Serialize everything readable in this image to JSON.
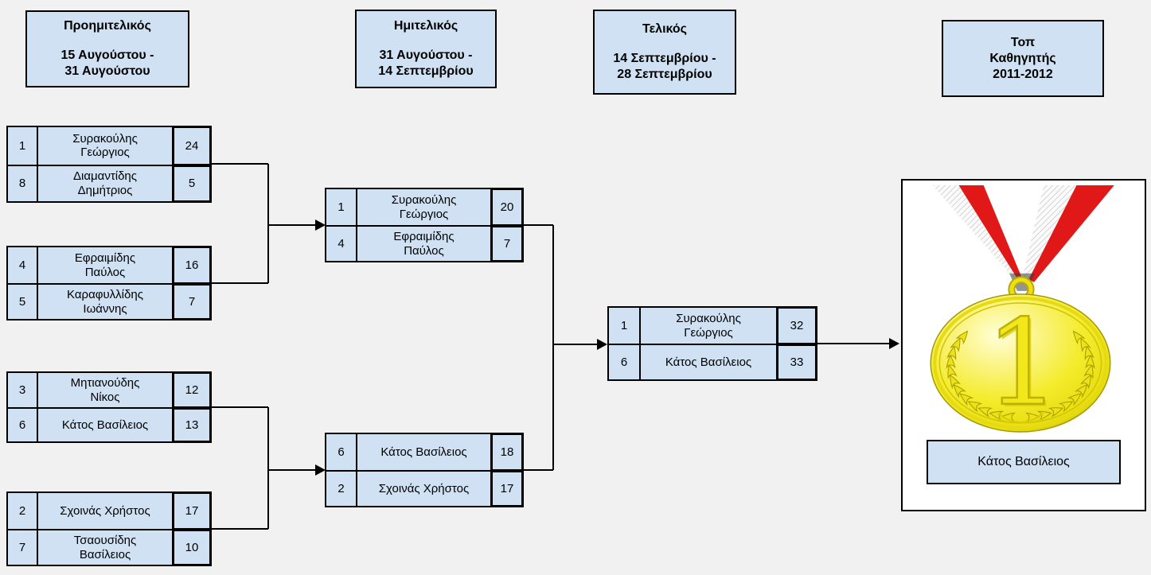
{
  "columns": [
    {
      "title": "Προημιτελικός",
      "dates": [
        "15 Αυγούστου -",
        "31 Αυγούστου"
      ]
    },
    {
      "title": "Ημιτελικός",
      "dates": [
        "31 Αυγούστου -",
        "14 Σεπτεμβρίου"
      ]
    },
    {
      "title": "Τελικός",
      "dates": [
        "14 Σεπτεμβρίου -",
        "28 Σεπτεμβρίου"
      ]
    },
    {
      "title": [
        "Τοπ",
        "Καθηγητής",
        "2011-2012"
      ]
    }
  ],
  "bracket": {
    "quarterfinals": [
      {
        "rows": [
          {
            "seed": "1",
            "name": [
              "Συρακούλης",
              "Γεώργιος"
            ],
            "score": "24"
          },
          {
            "seed": "8",
            "name": [
              "Διαμαντίδης",
              "Δημήτριος"
            ],
            "score": "5"
          }
        ]
      },
      {
        "rows": [
          {
            "seed": "4",
            "name": [
              "Εφραιμίδης",
              "Παύλος"
            ],
            "score": "16"
          },
          {
            "seed": "5",
            "name": [
              "Καραφυλλίδης",
              "Ιωάννης"
            ],
            "score": "7"
          }
        ]
      },
      {
        "rows": [
          {
            "seed": "3",
            "name": [
              "Μητιανούδης",
              "Νίκος"
            ],
            "score": "12"
          },
          {
            "seed": "6",
            "name": [
              "Κάτος Βασίλειος"
            ],
            "score": "13"
          }
        ]
      },
      {
        "rows": [
          {
            "seed": "2",
            "name": [
              "Σχοινάς Χρήστος"
            ],
            "score": "17"
          },
          {
            "seed": "7",
            "name": [
              "Τσαουσίδης",
              "Βασίλειος"
            ],
            "score": "10"
          }
        ]
      }
    ],
    "semifinals": [
      {
        "rows": [
          {
            "seed": "1",
            "name": [
              "Συρακούλης",
              "Γεώργιος"
            ],
            "score": "20"
          },
          {
            "seed": "4",
            "name": [
              "Εφραιμίδης",
              "Παύλος"
            ],
            "score": "7"
          }
        ]
      },
      {
        "rows": [
          {
            "seed": "6",
            "name": [
              "Κάτος Βασίλειος"
            ],
            "score": "18"
          },
          {
            "seed": "2",
            "name": [
              "Σχοινάς Χρήστος"
            ],
            "score": "17"
          }
        ]
      }
    ],
    "final": {
      "rows": [
        {
          "seed": "1",
          "name": [
            "Συρακούλης",
            "Γεώργιος"
          ],
          "score": "32"
        },
        {
          "seed": "6",
          "name": [
            "Κάτος Βασίλειος"
          ],
          "score": "33"
        }
      ]
    }
  },
  "winner": {
    "name": "Κάτος Βασίλειος",
    "medal_icon": "gold-medal-first-place",
    "medal_number": "1"
  },
  "colors": {
    "background": "#f1f1f1",
    "box_fill": "#cfe1f3",
    "border": "#000000",
    "ribbon_red": "#e01818",
    "medal_gold": "#f1e71b"
  }
}
